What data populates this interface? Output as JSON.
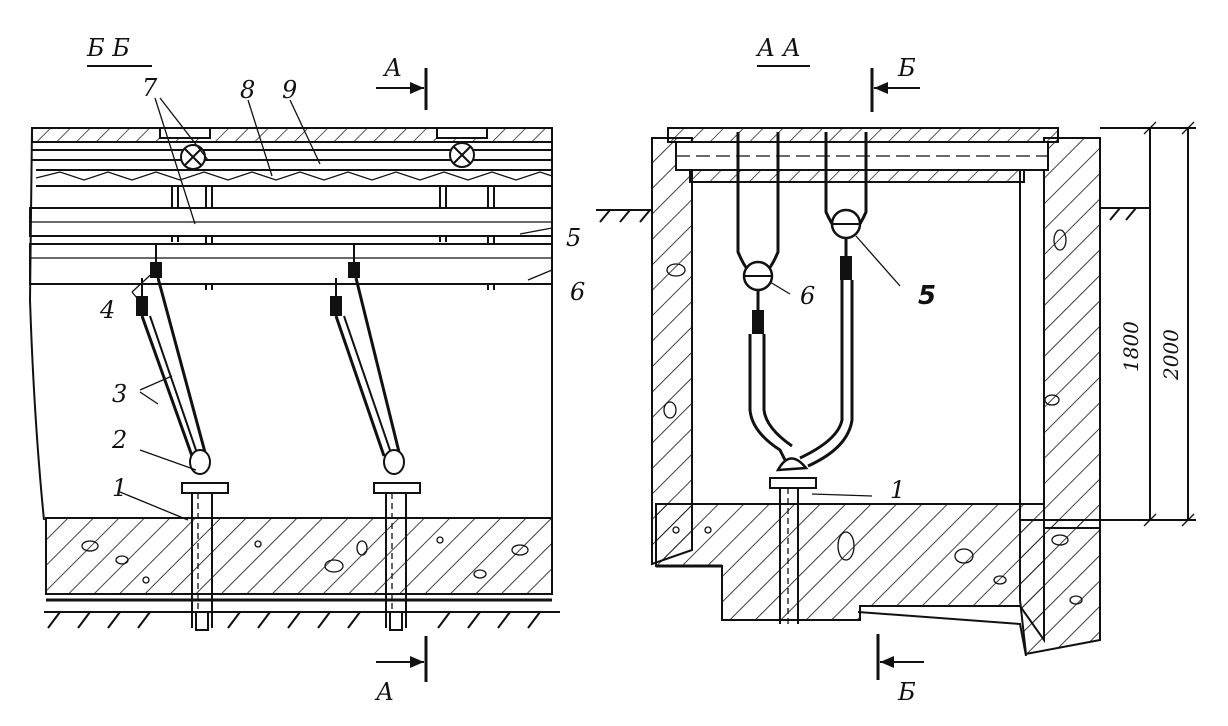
{
  "left_view": {
    "section_title": "Б Б",
    "cut_mark_top": "А",
    "cut_mark_bottom": "А",
    "callouts": [
      "7",
      "8",
      "9",
      "5",
      "6",
      "4",
      "3",
      "2",
      "1"
    ]
  },
  "right_view": {
    "section_title": "А А",
    "cut_mark_top": "Б",
    "cut_mark_bottom": "Б",
    "callouts": [
      "6",
      "5",
      "1"
    ],
    "dimensions": [
      "1800",
      "2000"
    ]
  }
}
